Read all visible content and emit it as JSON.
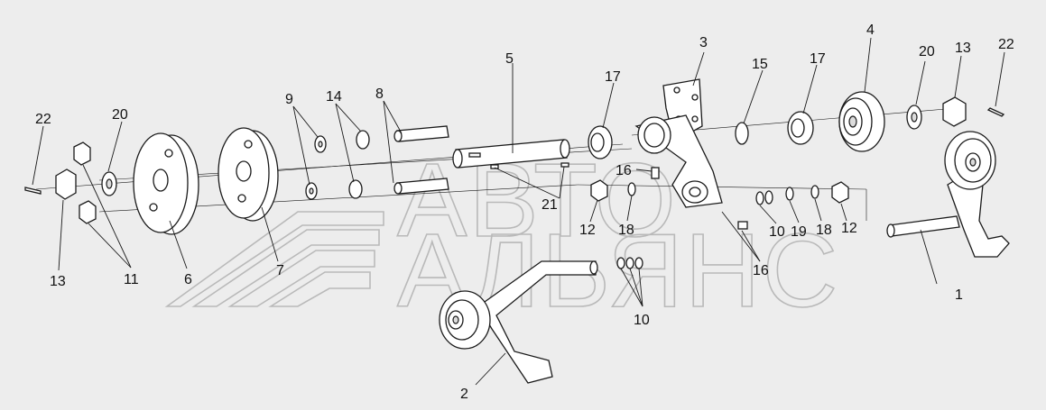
{
  "watermark": {
    "line1": "АВТО",
    "line2": "АЛЬЯНС"
  },
  "labels": {
    "l1": "1",
    "l2": "2",
    "l3": "3",
    "l4": "4",
    "l5": "5",
    "l6": "6",
    "l7": "7",
    "l8": "8",
    "l9": "9",
    "l10a": "10",
    "l10b": "10",
    "l11": "11",
    "l12a": "12",
    "l12b": "12",
    "l13a": "13",
    "l13b": "13",
    "l14": "14",
    "l15": "15",
    "l16a": "16",
    "l16b": "16",
    "l17a": "17",
    "l17b": "17",
    "l18a": "18",
    "l18b": "18",
    "l19": "19",
    "l20a": "20",
    "l20b": "20",
    "l21": "21",
    "l22a": "22",
    "l22b": "22"
  }
}
